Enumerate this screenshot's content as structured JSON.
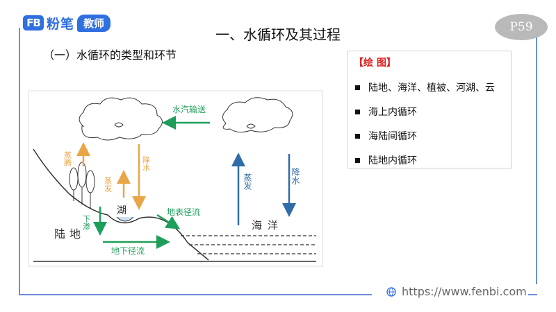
{
  "header": {
    "logo_mark": "FB",
    "logo_text": "粉笔",
    "logo_tag": "教师",
    "page_number": "P59",
    "title": "一、水循环及其过程",
    "subtitle": "（一）水循环的类型和环节"
  },
  "sidebar_box": {
    "heading": "【绘  图】",
    "items": [
      {
        "label": "陆地、海洋、植被、河湖、云"
      },
      {
        "label": "海上内循环"
      },
      {
        "label": "海陆间循环"
      },
      {
        "label": "陆地内循环"
      }
    ]
  },
  "diagram": {
    "labels": {
      "transport": "水汽输送",
      "evap_land": "蒸腾",
      "evap_lake": "蒸发",
      "precip_land": "降水",
      "evap_sea": "蒸发",
      "precip_sea": "降水",
      "lake": "湖",
      "infiltration": "下渗",
      "land": "陆地",
      "surface_runoff": "地表径流",
      "ground_runoff": "地下径流",
      "ocean": "海洋"
    },
    "colors": {
      "green": "#1e9e5a",
      "orange": "#e8a646",
      "blue": "#2f6da8"
    }
  },
  "footer": {
    "website": "https://www.fenbi.com"
  }
}
